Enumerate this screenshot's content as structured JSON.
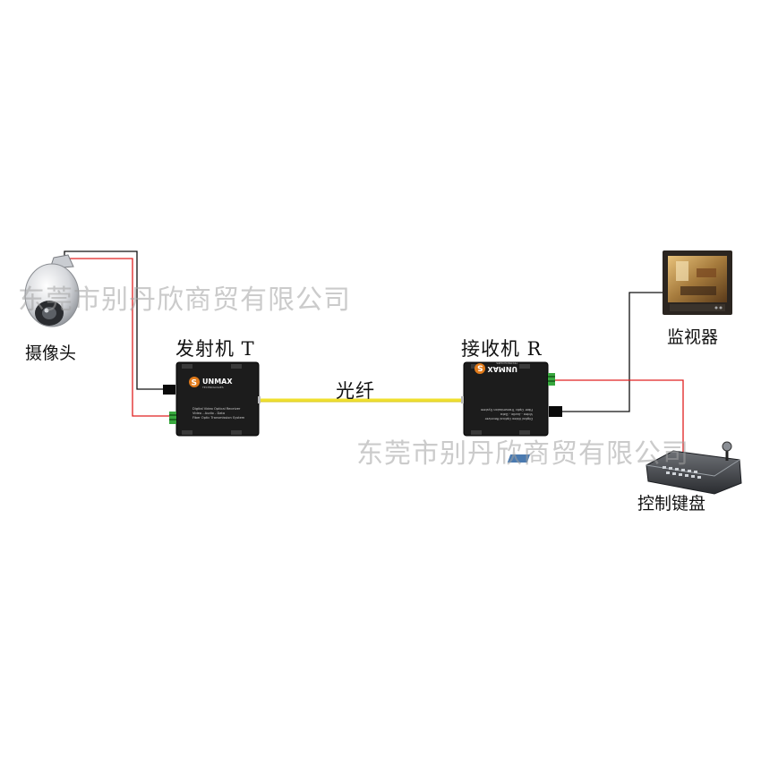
{
  "labels": {
    "camera": "摄像头",
    "transmitter": "发射机 T",
    "receiver": "接收机 R",
    "fiber": "光纤",
    "monitor": "监视器",
    "keyboard": "控制键盘"
  },
  "watermark": "东莞市别丹欣商贸有限公司",
  "device": {
    "brand": "UNMAX",
    "brand_sub": "TECHNOLOGIES",
    "desc_lines": [
      "Digital Video Optical Receiver",
      "Video - Audio - Data",
      "Fiber Optic Transmission System"
    ]
  },
  "colors": {
    "video_line": "#111111",
    "data_line": "#e02020",
    "fiber": "#f0e030",
    "device_body": "#1c1c1c"
  },
  "icons": {
    "camera": "dome-camera-icon",
    "monitor": "crt-monitor-icon",
    "keyboard": "ptz-keyboard-icon"
  }
}
